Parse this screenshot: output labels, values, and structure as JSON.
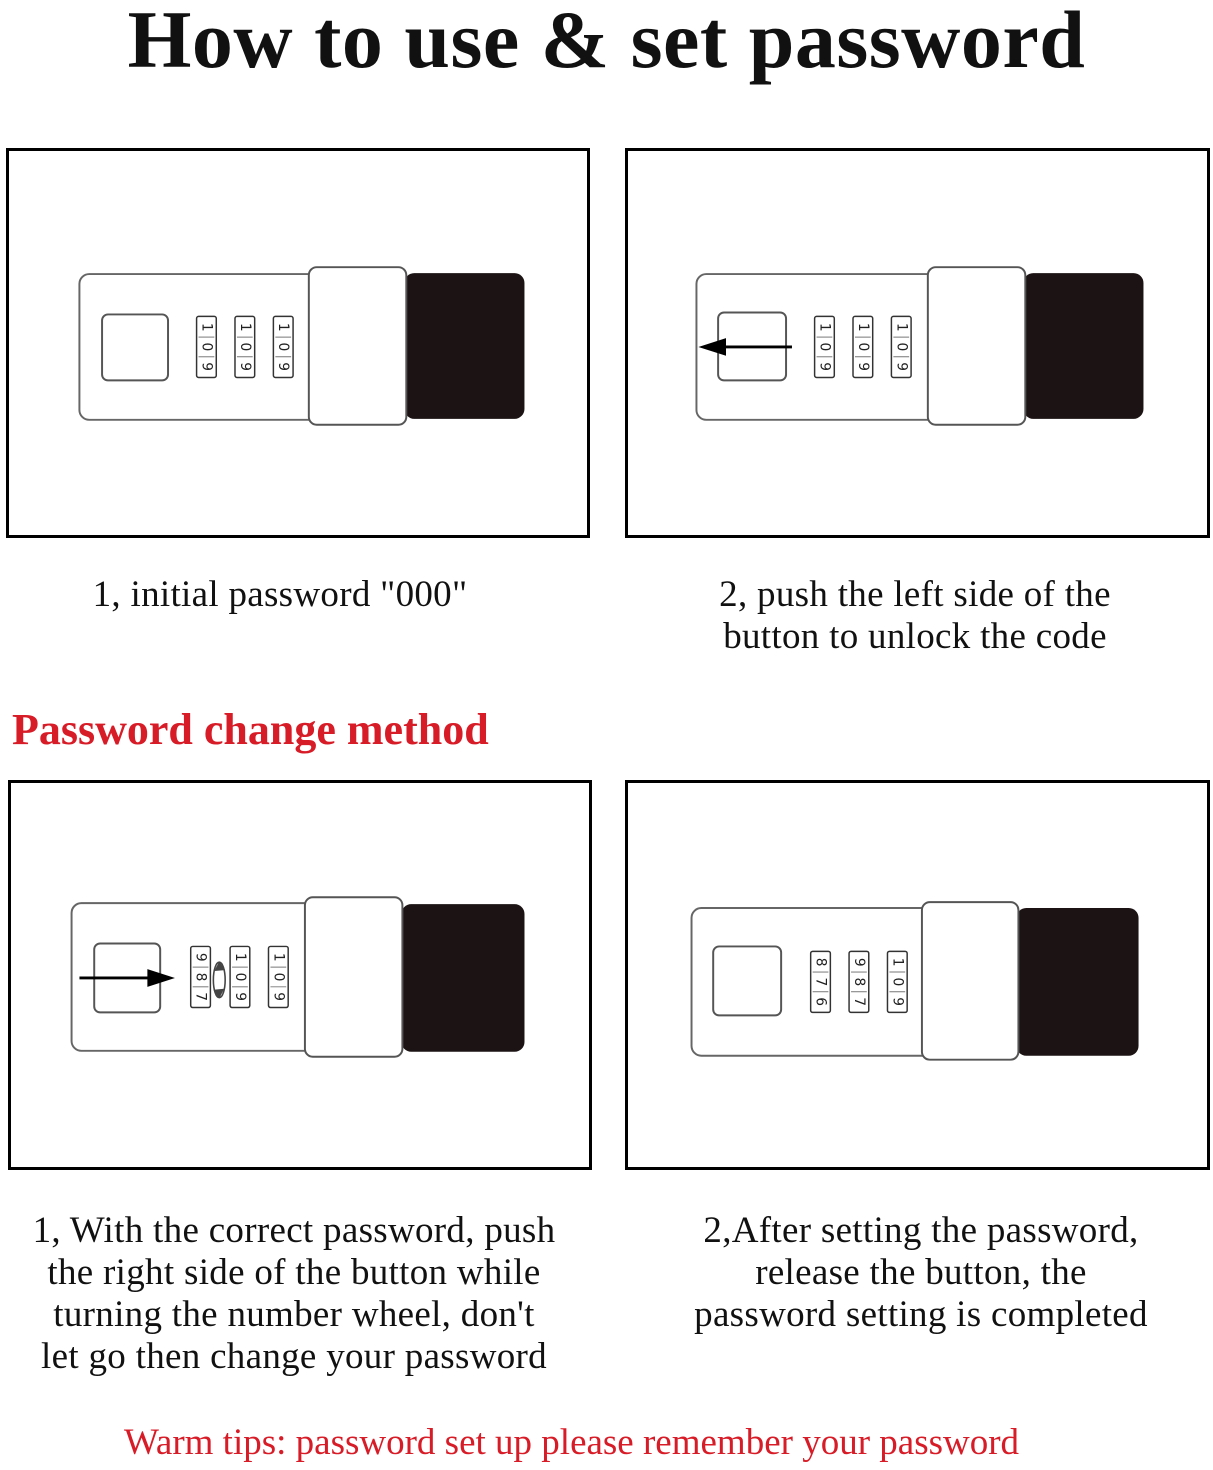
{
  "title": "How to use & set password",
  "usage": {
    "steps": [
      {
        "caption": "1, initial password \"000\"",
        "lock": {
          "wheels": [
            "109",
            "109",
            "109"
          ],
          "arrow": "none"
        }
      },
      {
        "caption_lines": [
          "2, push the left side of the",
          "button to unlock the code"
        ],
        "lock": {
          "wheels": [
            "109",
            "109",
            "109"
          ],
          "arrow": "left"
        }
      }
    ]
  },
  "change": {
    "heading": "Password change method",
    "steps": [
      {
        "caption_lines": [
          "1, With the correct password, push",
          "the right side of the button while",
          "turning the number wheel, don't",
          "let go then change your password"
        ],
        "lock": {
          "wheels": [
            "987",
            "109",
            "109"
          ],
          "arrow": "right",
          "rotation_marker": true
        }
      },
      {
        "caption_lines": [
          "2,After setting the password,",
          "release the button, the",
          "password setting is completed"
        ],
        "lock": {
          "wheels": [
            "876",
            "987",
            "109"
          ],
          "arrow": "none"
        }
      }
    ]
  },
  "tips": "Warm tips: password set up please remember your password",
  "colors": {
    "accent_red": "#d81c27",
    "lock_dark": "#1c1414",
    "outline": "#000000"
  }
}
